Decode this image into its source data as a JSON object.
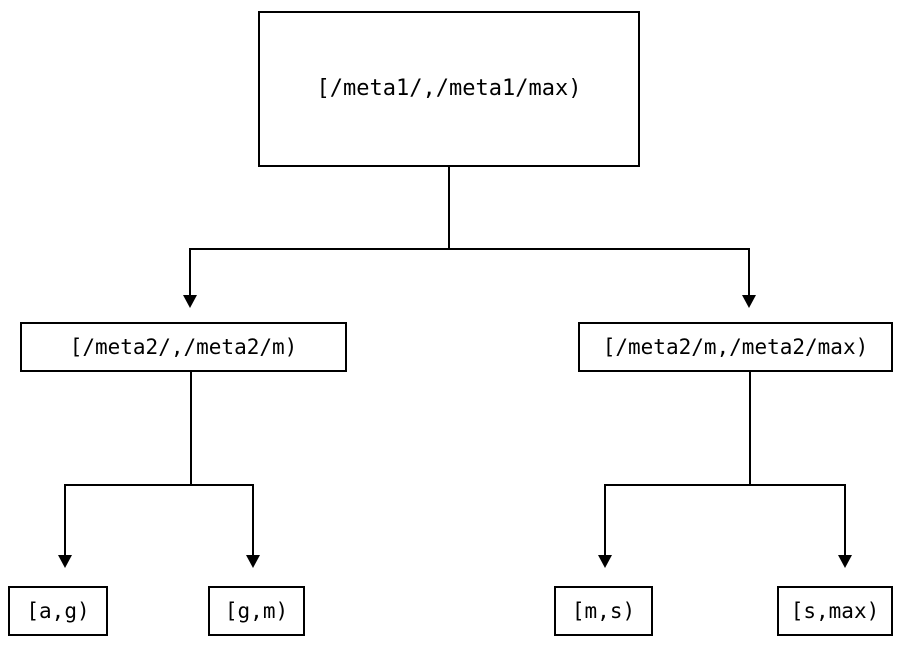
{
  "diagram": {
    "type": "interval-partition-tree",
    "title": "",
    "background_color": "#ffffff",
    "stroke_color": "#000000",
    "text_color": "#000000",
    "levels": 3,
    "nodes": [
      {
        "id": "root",
        "label": "[/meta1/,/meta1/max)",
        "level": 0
      },
      {
        "id": "mid-left",
        "label": "[/meta2/,/meta2/m)",
        "level": 1
      },
      {
        "id": "mid-right",
        "label": "[/meta2/m,/meta2/max)",
        "level": 1
      },
      {
        "id": "leaf-0",
        "label": "[a,g)",
        "level": 2
      },
      {
        "id": "leaf-1",
        "label": "[g,m)",
        "level": 2
      },
      {
        "id": "leaf-2",
        "label": "[m,s)",
        "level": 2
      },
      {
        "id": "leaf-3",
        "label": "[s,max)",
        "level": 2
      }
    ],
    "edges": [
      {
        "from": "root",
        "to": "mid-left",
        "arrow": "down-triangle"
      },
      {
        "from": "root",
        "to": "mid-right",
        "arrow": "down-triangle"
      },
      {
        "from": "mid-left",
        "to": "leaf-0",
        "arrow": "down-triangle"
      },
      {
        "from": "mid-left",
        "to": "leaf-1",
        "arrow": "down-triangle"
      },
      {
        "from": "mid-right",
        "to": "leaf-2",
        "arrow": "down-triangle"
      },
      {
        "from": "mid-right",
        "to": "leaf-3",
        "arrow": "down-triangle"
      }
    ]
  }
}
